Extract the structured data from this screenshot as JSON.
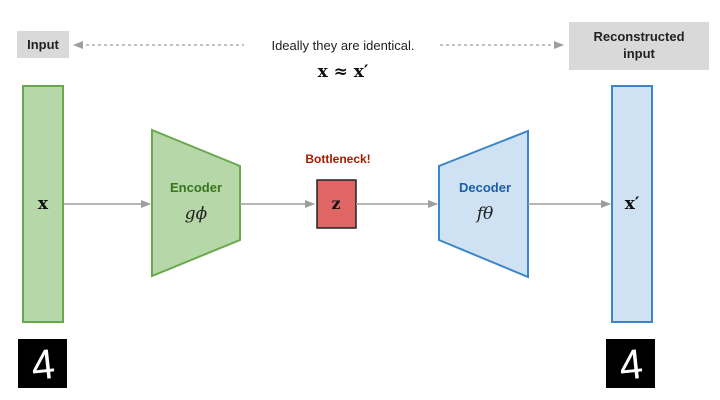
{
  "labels": {
    "input": "Input",
    "reconstructed_line1": "Reconstructed",
    "reconstructed_line2": "input",
    "identical_note": "Ideally they are identical.",
    "approx_formula": "x ≈ x′",
    "bottleneck": "Bottleneck!",
    "encoder": "Encoder",
    "encoder_fn": "gϕ",
    "decoder": "Decoder",
    "decoder_fn": "fθ",
    "x": "x",
    "z": "z",
    "x_prime": "x′"
  },
  "digits": {
    "input_digit": "4",
    "output_digit": "4"
  },
  "colors": {
    "green_fill": "#b6d7a8",
    "green_stroke": "#6aa84f",
    "blue_fill": "#cfe2f3",
    "blue_stroke": "#3d85c6",
    "red_fill": "#e06666",
    "red_text": "#a61c00",
    "green_text": "#38761d",
    "blue_text": "#1c5fa8",
    "gray_box": "#d9d9d9",
    "arrow": "#9e9e9e"
  }
}
